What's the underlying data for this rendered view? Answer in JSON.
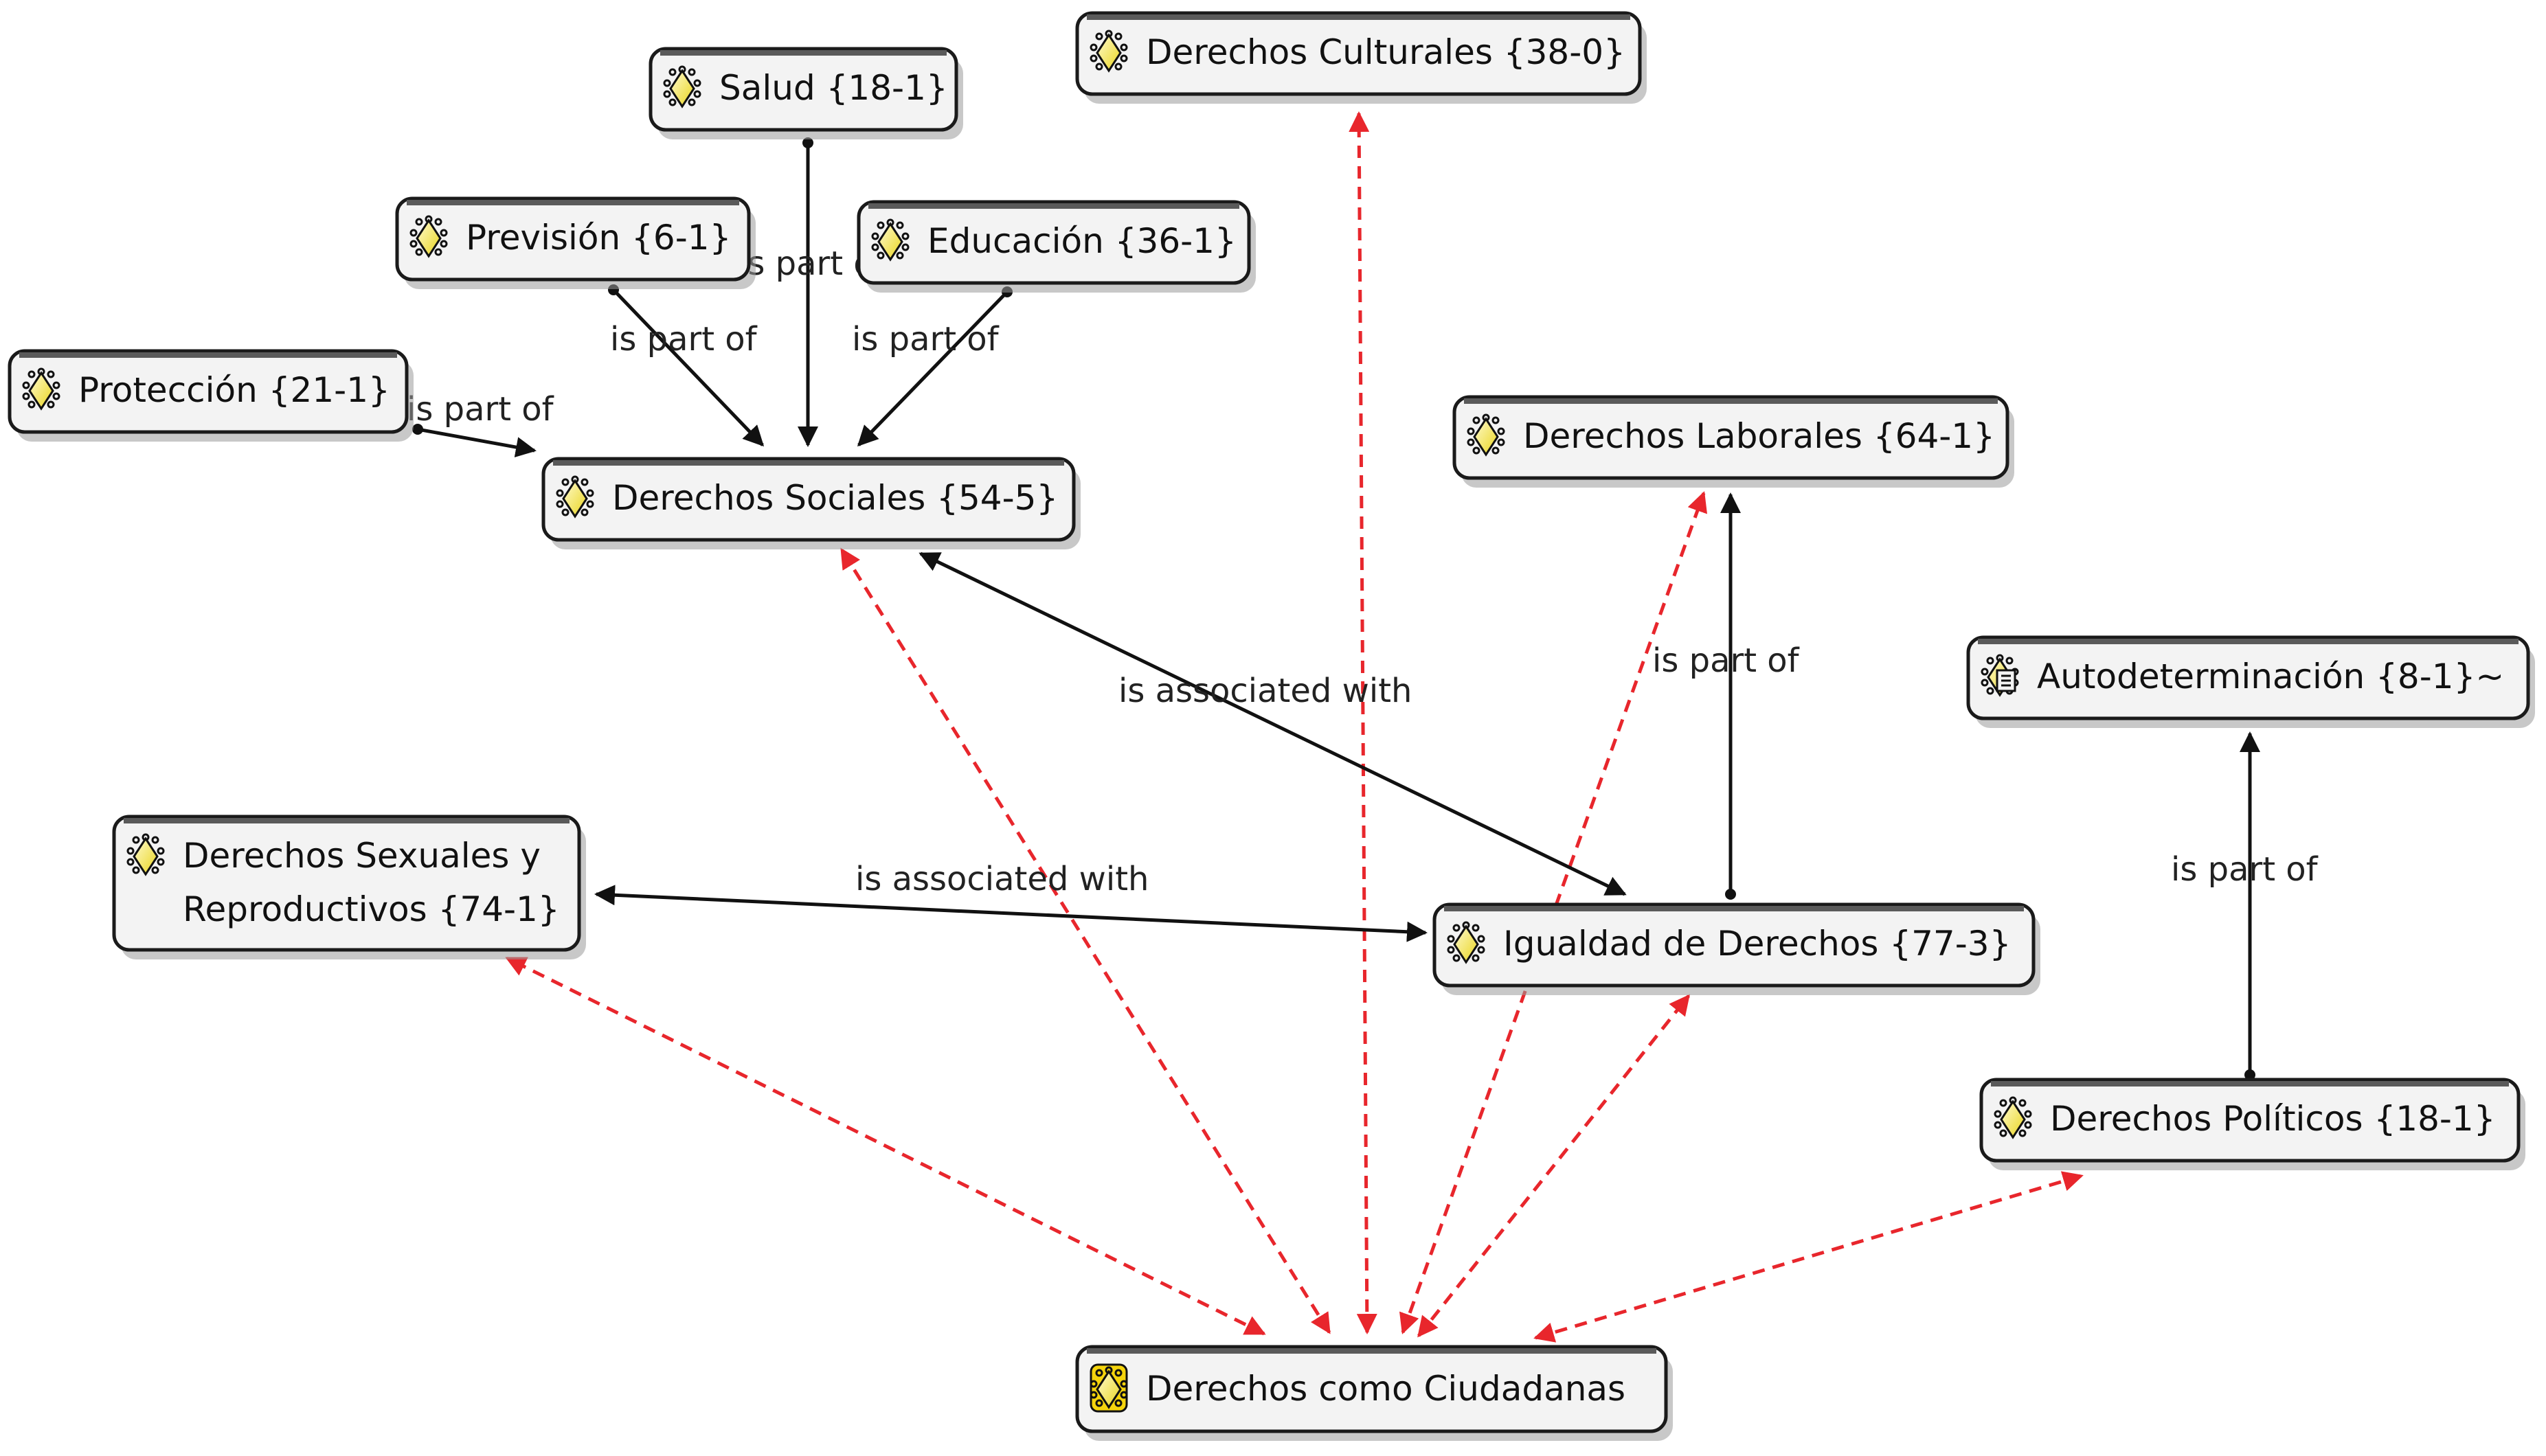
{
  "diagram": {
    "colors": {
      "node_fill": "#f3f3f3",
      "node_border": "#1a1a1a",
      "icon_yellow": "#f5e642",
      "edge_black": "#111111",
      "edge_red": "#e8262c"
    },
    "nodes": [
      {
        "id": "salud",
        "label": "Salud {18-1}",
        "icon": "code-icon"
      },
      {
        "id": "culturales",
        "label": "Derechos Culturales {38-0}",
        "icon": "code-icon"
      },
      {
        "id": "prevision",
        "label": "Previsión {6-1}",
        "icon": "code-icon"
      },
      {
        "id": "educacion",
        "label": "Educación {36-1}",
        "icon": "code-icon"
      },
      {
        "id": "proteccion",
        "label": "Protección {21-1}",
        "icon": "code-icon"
      },
      {
        "id": "sociales",
        "label": "Derechos Sociales {54-5}",
        "icon": "code-icon"
      },
      {
        "id": "laborales",
        "label": "Derechos Laborales {64-1}",
        "icon": "code-icon"
      },
      {
        "id": "autodeterminacion",
        "label": "Autodeterminación {8-1}~",
        "icon": "code-memo-icon"
      },
      {
        "id": "sexuales",
        "label_lines": [
          "Derechos Sexuales y",
          "Reproductivos {74-1}"
        ],
        "icon": "code-icon"
      },
      {
        "id": "igualdad",
        "label": "Igualdad de Derechos {77-3}",
        "icon": "code-icon"
      },
      {
        "id": "politicos",
        "label": "Derechos Políticos {18-1}",
        "icon": "code-icon"
      },
      {
        "id": "ciudadanas",
        "label": "Derechos como Ciudadanas",
        "icon": "code-family-icon"
      }
    ],
    "edges": [
      {
        "from": "salud",
        "to": "sociales",
        "label": "is part of",
        "style": "solid",
        "direction": "forward"
      },
      {
        "from": "prevision",
        "to": "sociales",
        "label": "is part of",
        "style": "solid",
        "direction": "forward"
      },
      {
        "from": "educacion",
        "to": "sociales",
        "label": "is part of",
        "style": "solid",
        "direction": "forward"
      },
      {
        "from": "proteccion",
        "to": "sociales",
        "label": "is part of",
        "style": "solid",
        "direction": "forward"
      },
      {
        "from": "sociales",
        "to": "igualdad",
        "label": "is associated with",
        "style": "solid",
        "direction": "both"
      },
      {
        "from": "sexuales",
        "to": "igualdad",
        "label": "is associated with",
        "style": "solid",
        "direction": "both"
      },
      {
        "from": "igualdad",
        "to": "laborales",
        "label": "is part of",
        "style": "solid",
        "direction": "forward"
      },
      {
        "from": "politicos",
        "to": "autodeterminacion",
        "label": "is part of",
        "style": "solid",
        "direction": "forward"
      },
      {
        "from": "ciudadanas",
        "to": "culturales",
        "label": "",
        "style": "dashed",
        "direction": "both"
      },
      {
        "from": "ciudadanas",
        "to": "sociales",
        "label": "",
        "style": "dashed",
        "direction": "both"
      },
      {
        "from": "ciudadanas",
        "to": "laborales",
        "label": "",
        "style": "dashed",
        "direction": "both"
      },
      {
        "from": "ciudadanas",
        "to": "sexuales",
        "label": "",
        "style": "dashed",
        "direction": "both"
      },
      {
        "from": "ciudadanas",
        "to": "igualdad",
        "label": "",
        "style": "dashed",
        "direction": "both"
      },
      {
        "from": "ciudadanas",
        "to": "politicos",
        "label": "",
        "style": "dashed",
        "direction": "both"
      }
    ],
    "edge_labels": {
      "salud_sociales": "is part of",
      "prevision_sociales": "is part of",
      "educacion_sociales": "is part of",
      "proteccion_sociales": "is part of",
      "sociales_igualdad": "is associated with",
      "sexuales_igualdad": "is associated with",
      "igualdad_laborales": "is part of",
      "politicos_autodeterminacion": "is part of"
    }
  }
}
